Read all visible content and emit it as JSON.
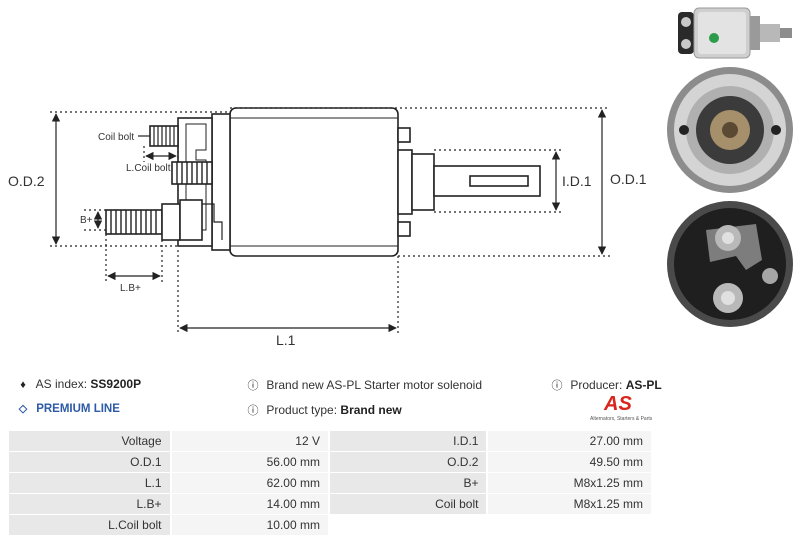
{
  "drawing": {
    "labels": {
      "od2": "O.D.2",
      "od1": "O.D.1",
      "id1": "I.D.1",
      "l1": "L.1",
      "lb": "L.B+",
      "bplus": "B+",
      "coil_bolt": "Coil bolt",
      "l_coil_bolt": "L.Coil bolt"
    }
  },
  "info": {
    "as_index_label": "AS index:",
    "as_index_value": "SS9200P",
    "description": "Brand new AS-PL Starter motor solenoid",
    "producer_label": "Producer:",
    "producer_value": "AS-PL",
    "premium_line": "PREMIUM LINE",
    "product_type_label": "Product type:",
    "product_type_value": "Brand new",
    "logo_text": "AS",
    "logo_tagline": "Alternators, Starters & Parts"
  },
  "specs": [
    [
      {
        "label": "Voltage",
        "value": "12 V"
      },
      {
        "label": "I.D.1",
        "value": "27.00 mm"
      }
    ],
    [
      {
        "label": "O.D.1",
        "value": "56.00 mm"
      },
      {
        "label": "O.D.2",
        "value": "49.50 mm"
      }
    ],
    [
      {
        "label": "L.1",
        "value": "62.00 mm"
      },
      {
        "label": "B+",
        "value": "M8x1.25 mm"
      }
    ],
    [
      {
        "label": "L.B+",
        "value": "14.00 mm"
      },
      {
        "label": "Coil bolt",
        "value": "M8x1.25 mm"
      }
    ],
    [
      {
        "label": "L.Coil bolt",
        "value": "10.00 mm"
      },
      {
        "label": "",
        "value": ""
      }
    ]
  ],
  "colors": {
    "premium": "#2d5aa6",
    "logo_red": "#d9251d"
  }
}
